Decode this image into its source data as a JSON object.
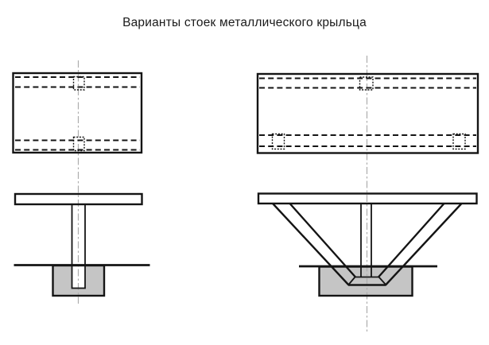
{
  "title": "Варианты стоек металлического крыльца",
  "colors": {
    "background": "#ffffff",
    "line": "#141414",
    "centerline": "#adadad",
    "foundation_fill": "#c5c5c5"
  },
  "variants": [
    {
      "view_top": "plan",
      "view_bottom": "elevation"
    },
    {
      "view_top": "plan",
      "view_bottom": "elevation"
    }
  ]
}
